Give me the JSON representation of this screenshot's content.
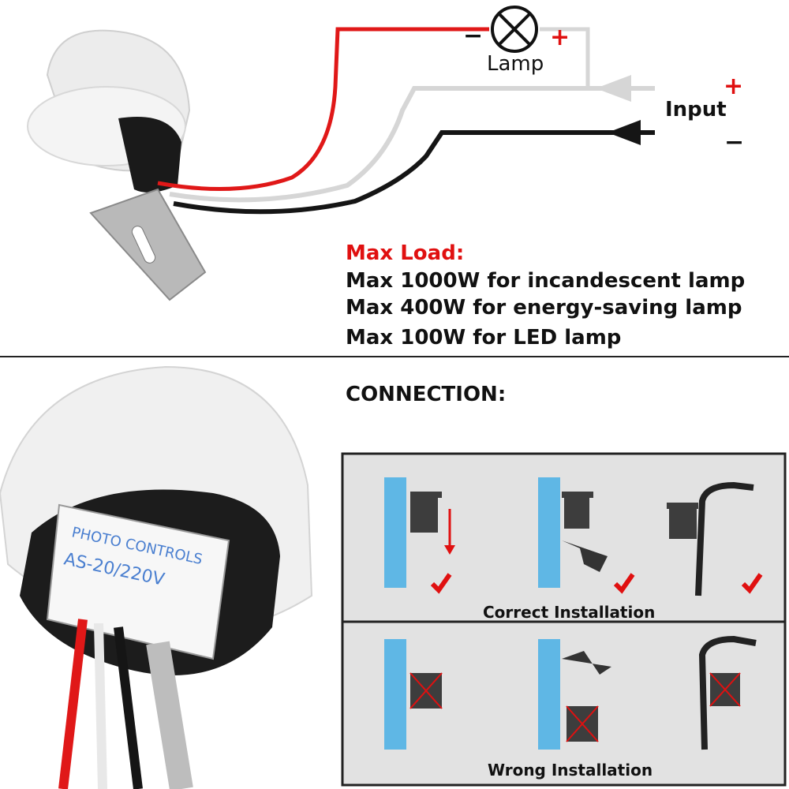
{
  "wiring": {
    "lamp_label": "Lamp",
    "lamp_minus": "−",
    "lamp_plus": "+",
    "input_label": "Input",
    "input_plus": "+",
    "input_minus": "−"
  },
  "max_load": {
    "title": "Max Load:",
    "lines": [
      "Max 1000W for incandescent lamp",
      "Max 400W for energy-saving lamp",
      "Max 100W for LED lamp"
    ]
  },
  "connection": {
    "title": "CONNECTION:",
    "correct_caption": "Correct Installation",
    "wrong_caption": "Wrong Installation"
  },
  "device": {
    "label_line1": "PHOTO CONTROLS",
    "label_line2": "AS-20/220V"
  },
  "colors": {
    "red_wire": "#e01818",
    "white_wire": "#d4d4d4",
    "black_wire": "#151515",
    "accent_red": "#e01010",
    "wall_blue": "#5fb7e5"
  }
}
